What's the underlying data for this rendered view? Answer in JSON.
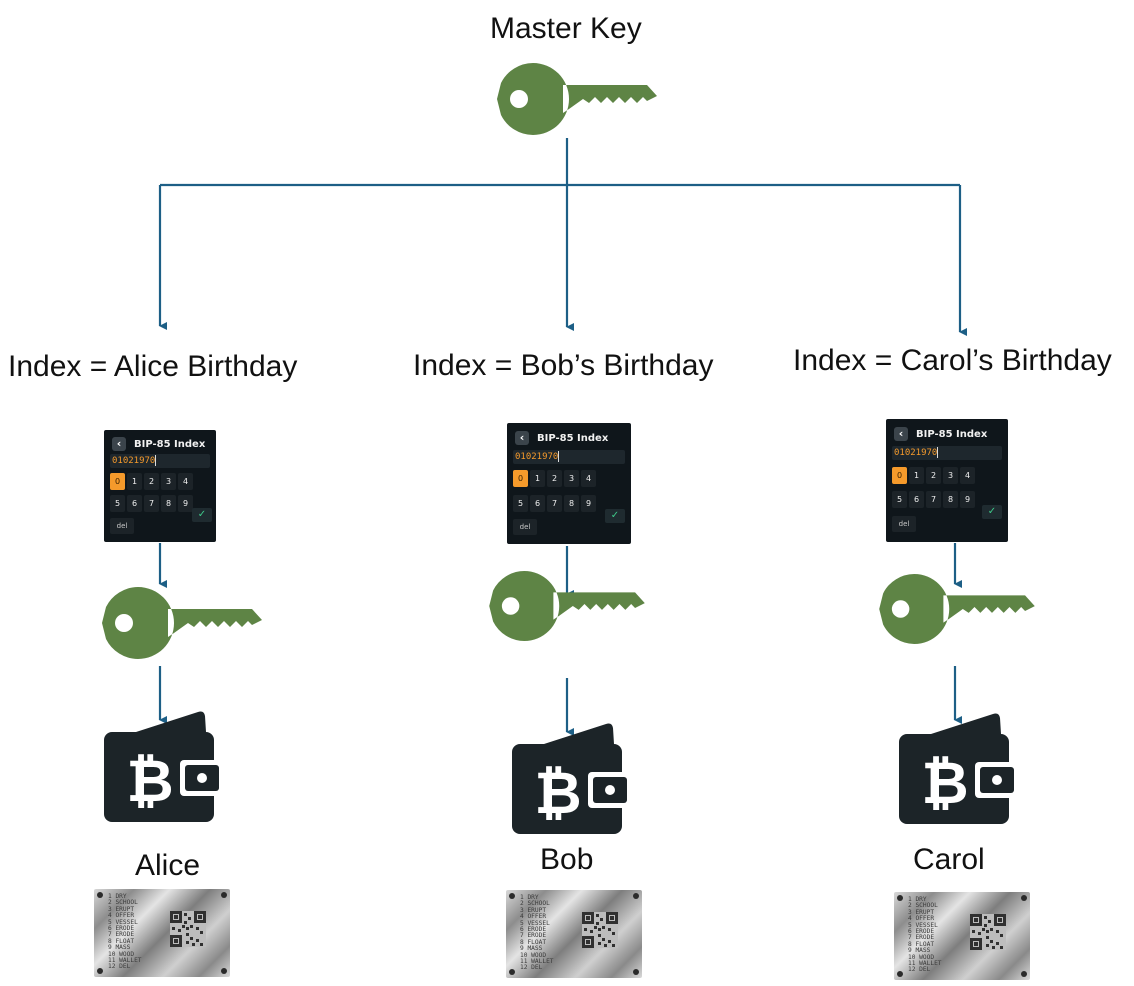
{
  "master": {
    "label": "Master Key"
  },
  "colors": {
    "key": "#5e8445",
    "arrow": "#1d5f86",
    "wallet": "#1c2428",
    "accent": "#f59a2b"
  },
  "icons": {
    "key": "key-icon",
    "wallet": "bitcoin-wallet-icon",
    "back": "chevron-left-icon",
    "confirm": "checkmark-icon"
  },
  "branches": [
    {
      "index_label": "Index = Alice Birthday",
      "name": "Alice",
      "device": {
        "title": "BIP-85 Index",
        "value": "01021970",
        "row1": [
          "0",
          "1",
          "2",
          "3",
          "4"
        ],
        "row2": [
          "5",
          "6",
          "7",
          "8",
          "9"
        ],
        "del": "del",
        "confirm": "✓"
      },
      "plate": {
        "words": [
          "1 DRY",
          "2 SCHOOL",
          "3 ERUPT",
          "4 OFFER",
          "5 VESSEL",
          "6 ERODE",
          "7 ERODE",
          "8 FLOAT",
          "9 MASS",
          "10 WOOD",
          "11 WALLET",
          "12 DEL"
        ]
      }
    },
    {
      "index_label": "Index = Bob’s Birthday",
      "name": "Bob",
      "device": {
        "title": "BIP-85 Index",
        "value": "01021970",
        "row1": [
          "0",
          "1",
          "2",
          "3",
          "4"
        ],
        "row2": [
          "5",
          "6",
          "7",
          "8",
          "9"
        ],
        "del": "del",
        "confirm": "✓"
      },
      "plate": {
        "words": [
          "1 DRY",
          "2 SCHOOL",
          "3 ERUPT",
          "4 OFFER",
          "5 VESSEL",
          "6 ERODE",
          "7 ERODE",
          "8 FLOAT",
          "9 MASS",
          "10 WOOD",
          "11 WALLET",
          "12 DEL"
        ]
      }
    },
    {
      "index_label": "Index = Carol’s Birthday",
      "name": "Carol",
      "device": {
        "title": "BIP-85 Index",
        "value": "01021970",
        "row1": [
          "0",
          "1",
          "2",
          "3",
          "4"
        ],
        "row2": [
          "5",
          "6",
          "7",
          "8",
          "9"
        ],
        "del": "del",
        "confirm": "✓"
      },
      "plate": {
        "words": [
          "1 DRY",
          "2 SCHOOL",
          "3 ERUPT",
          "4 OFFER",
          "5 VESSEL",
          "6 ERODE",
          "7 ERODE",
          "8 FLOAT",
          "9 MASS",
          "10 WOOD",
          "11 WALLET",
          "12 DEL"
        ]
      }
    }
  ]
}
